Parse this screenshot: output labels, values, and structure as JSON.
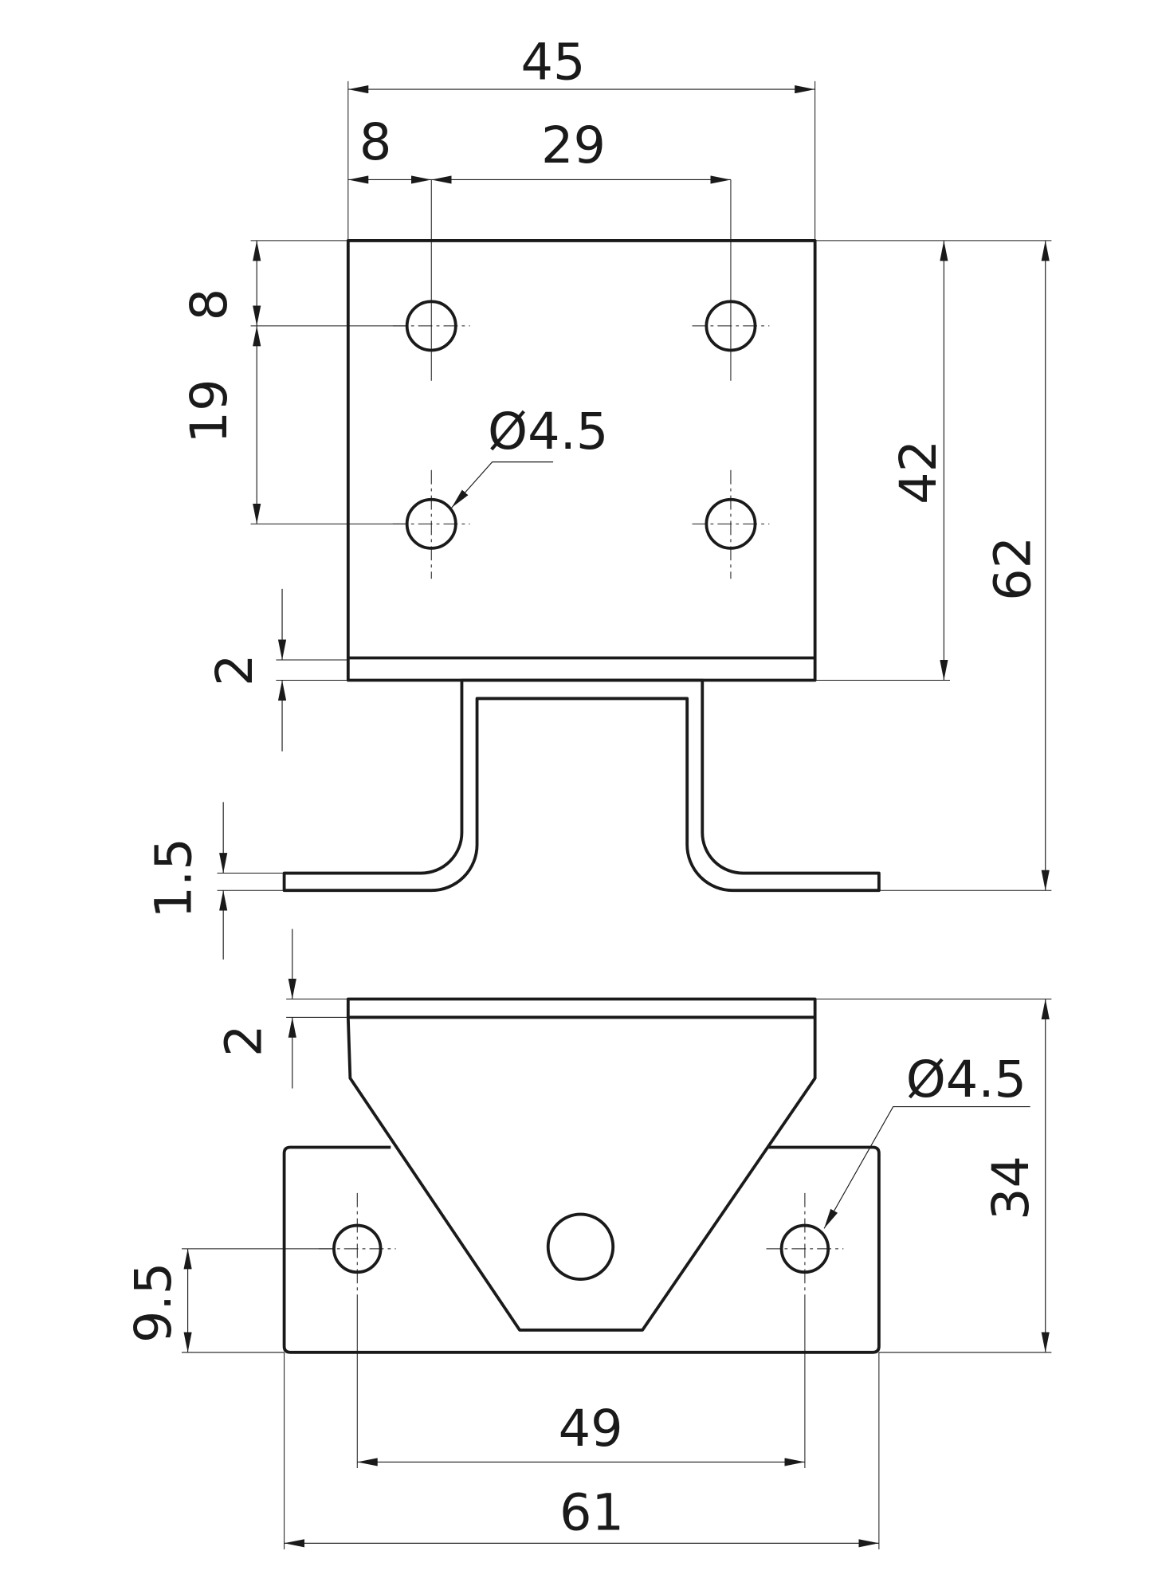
{
  "drawing": {
    "title": "Angle bracket technical drawing",
    "top_view": {
      "width_overall": "45",
      "hole_offset_x": "8",
      "hole_spacing_x": "29",
      "hole_offset_y": "8",
      "hole_spacing_y": "19",
      "hole_diameter": "Ø4.5",
      "plate_height": "42",
      "overall_height": "62",
      "thickness": "2",
      "flange_thickness": "1.5"
    },
    "bottom_view": {
      "thickness": "2",
      "height": "34",
      "hole_diameter": "Ø4.5",
      "hole_offset_y": "9.5",
      "hole_spacing": "49",
      "base_width": "61"
    }
  }
}
